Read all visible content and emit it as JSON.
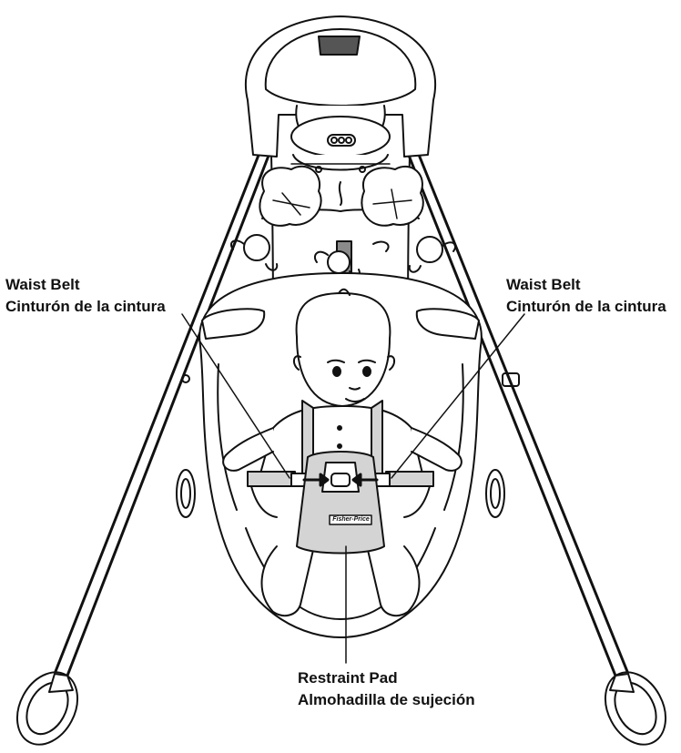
{
  "labels": {
    "waist_belt_left": {
      "en": "Waist Belt",
      "es": "Cinturón de la cintura"
    },
    "waist_belt_right": {
      "en": "Waist Belt",
      "es": "Cinturón de la cintura"
    },
    "restraint_pad": {
      "en": "Restraint Pad",
      "es": "Almohadilla de sujeción"
    }
  },
  "brand_logo_text": "Fisher-Price",
  "colors": {
    "line": "#111111",
    "fill": "#ffffff",
    "shade": "#d4d4d4",
    "dark_shade": "#8a8a8a"
  }
}
